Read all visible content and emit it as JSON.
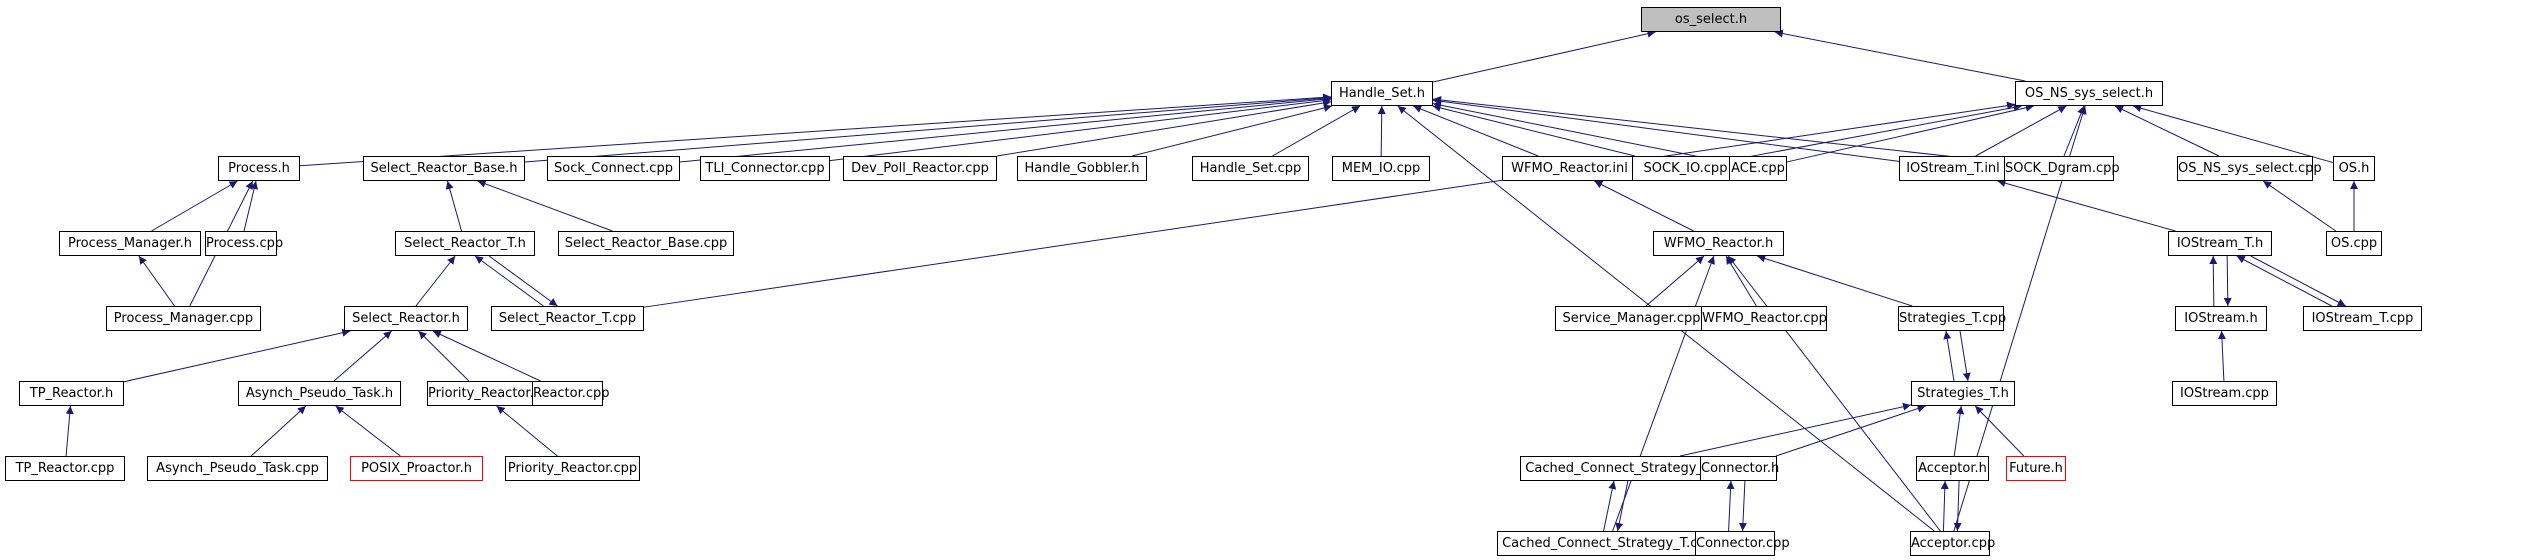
{
  "diagram": {
    "title": "os_select.h include dependency graph",
    "colors": {
      "edge": "#191970",
      "root_fill": "#bfbfbf",
      "node_border": "#000000",
      "missing_border": "#ff0000"
    },
    "nodes": [
      {
        "id": "os_select_h",
        "label": "os_select.h",
        "kind": "root"
      },
      {
        "id": "handle_set_h",
        "label": "Handle_Set.h"
      },
      {
        "id": "os_ns_sys_select_h",
        "label": "OS_NS_sys_select.h"
      },
      {
        "id": "process_h",
        "label": "Process.h"
      },
      {
        "id": "select_reactor_base_h",
        "label": "Select_Reactor_Base.h"
      },
      {
        "id": "sock_connect_cpp",
        "label": "Sock_Connect.cpp"
      },
      {
        "id": "tli_connector_cpp",
        "label": "TLI_Connector.cpp"
      },
      {
        "id": "dev_poll_reactor_cpp",
        "label": "Dev_Poll_Reactor.cpp"
      },
      {
        "id": "handle_gobbler_h",
        "label": "Handle_Gobbler.h"
      },
      {
        "id": "handle_set_cpp",
        "label": "Handle_Set.cpp"
      },
      {
        "id": "mem_io_cpp",
        "label": "MEM_IO.cpp"
      },
      {
        "id": "wfmo_reactor_inl",
        "label": "WFMO_Reactor.inl"
      },
      {
        "id": "sock_io_cpp",
        "label": "SOCK_IO.cpp"
      },
      {
        "id": "ace_cpp",
        "label": "ACE.cpp"
      },
      {
        "id": "iostream_t_inl",
        "label": "IOStream_T.inl"
      },
      {
        "id": "sock_dgram_cpp",
        "label": "SOCK_Dgram.cpp"
      },
      {
        "id": "os_ns_sys_select_cpp",
        "label": "OS_NS_sys_select.cpp"
      },
      {
        "id": "os_h",
        "label": "OS.h"
      },
      {
        "id": "process_manager_h",
        "label": "Process_Manager.h"
      },
      {
        "id": "process_cpp",
        "label": "Process.cpp"
      },
      {
        "id": "select_reactor_t_h",
        "label": "Select_Reactor_T.h"
      },
      {
        "id": "select_reactor_base_cpp",
        "label": "Select_Reactor_Base.cpp"
      },
      {
        "id": "wfmo_reactor_h",
        "label": "WFMO_Reactor.h"
      },
      {
        "id": "iostream_t_h",
        "label": "IOStream_T.h"
      },
      {
        "id": "os_cpp",
        "label": "OS.cpp"
      },
      {
        "id": "process_manager_cpp",
        "label": "Process_Manager.cpp"
      },
      {
        "id": "select_reactor_h",
        "label": "Select_Reactor.h"
      },
      {
        "id": "select_reactor_t_cpp",
        "label": "Select_Reactor_T.cpp"
      },
      {
        "id": "service_manager_cpp",
        "label": "Service_Manager.cpp"
      },
      {
        "id": "wfmo_reactor_cpp",
        "label": "WFMO_Reactor.cpp"
      },
      {
        "id": "strategies_t_cpp",
        "label": "Strategies_T.cpp"
      },
      {
        "id": "iostream_h",
        "label": "IOStream.h"
      },
      {
        "id": "iostream_t_cpp",
        "label": "IOStream_T.cpp"
      },
      {
        "id": "tp_reactor_h",
        "label": "TP_Reactor.h"
      },
      {
        "id": "asynch_pseudo_task_h",
        "label": "Asynch_Pseudo_Task.h"
      },
      {
        "id": "priority_reactor_h",
        "label": "Priority_Reactor.h"
      },
      {
        "id": "reactor_cpp",
        "label": "Reactor.cpp"
      },
      {
        "id": "strategies_t_h",
        "label": "Strategies_T.h"
      },
      {
        "id": "iostream_cpp",
        "label": "IOStream.cpp"
      },
      {
        "id": "tp_reactor_cpp",
        "label": "TP_Reactor.cpp"
      },
      {
        "id": "asynch_pseudo_task_cpp",
        "label": "Asynch_Pseudo_Task.cpp"
      },
      {
        "id": "posix_proactor_h",
        "label": "POSIX_Proactor.h",
        "kind": "missing"
      },
      {
        "id": "priority_reactor_cpp",
        "label": "Priority_Reactor.cpp"
      },
      {
        "id": "cached_connect_strategy_t_h",
        "label": "Cached_Connect_Strategy_T.h"
      },
      {
        "id": "connector_h",
        "label": "Connector.h"
      },
      {
        "id": "acceptor_h",
        "label": "Acceptor.h"
      },
      {
        "id": "future_h",
        "label": "Future.h",
        "kind": "missing"
      },
      {
        "id": "cached_connect_strategy_t_cpp",
        "label": "Cached_Connect_Strategy_T.cpp"
      },
      {
        "id": "connector_cpp",
        "label": "Connector.cpp"
      },
      {
        "id": "acceptor_cpp",
        "label": "Acceptor.cpp"
      }
    ],
    "edges": [
      [
        "handle_set_h",
        "os_select_h"
      ],
      [
        "os_ns_sys_select_h",
        "os_select_h"
      ],
      [
        "process_h",
        "handle_set_h"
      ],
      [
        "select_reactor_base_h",
        "handle_set_h"
      ],
      [
        "sock_connect_cpp",
        "handle_set_h"
      ],
      [
        "tli_connector_cpp",
        "handle_set_h"
      ],
      [
        "dev_poll_reactor_cpp",
        "handle_set_h"
      ],
      [
        "handle_gobbler_h",
        "handle_set_h"
      ],
      [
        "handle_set_cpp",
        "handle_set_h"
      ],
      [
        "mem_io_cpp",
        "handle_set_h"
      ],
      [
        "wfmo_reactor_inl",
        "handle_set_h"
      ],
      [
        "sock_io_cpp",
        "handle_set_h"
      ],
      [
        "ace_cpp",
        "handle_set_h"
      ],
      [
        "iostream_t_inl",
        "handle_set_h"
      ],
      [
        "sock_dgram_cpp",
        "handle_set_h"
      ],
      [
        "acceptor_cpp",
        "handle_set_h"
      ],
      [
        "sock_io_cpp",
        "os_ns_sys_select_h"
      ],
      [
        "ace_cpp",
        "os_ns_sys_select_h"
      ],
      [
        "iostream_t_inl",
        "os_ns_sys_select_h"
      ],
      [
        "sock_dgram_cpp",
        "os_ns_sys_select_h"
      ],
      [
        "os_ns_sys_select_cpp",
        "os_ns_sys_select_h"
      ],
      [
        "os_h",
        "os_ns_sys_select_h"
      ],
      [
        "select_reactor_t_cpp",
        "os_ns_sys_select_h"
      ],
      [
        "acceptor_cpp",
        "os_ns_sys_select_h"
      ],
      [
        "process_manager_h",
        "process_h"
      ],
      [
        "process_cpp",
        "process_h"
      ],
      [
        "process_manager_cpp",
        "process_h"
      ],
      [
        "process_manager_cpp",
        "process_manager_h"
      ],
      [
        "select_reactor_t_h",
        "select_reactor_base_h"
      ],
      [
        "select_reactor_base_cpp",
        "select_reactor_base_h"
      ],
      [
        "select_reactor_h",
        "select_reactor_t_h"
      ],
      [
        "select_reactor_t_cpp",
        "select_reactor_t_h"
      ],
      [
        "select_reactor_t_h",
        "select_reactor_t_cpp"
      ],
      [
        "tp_reactor_h",
        "select_reactor_h"
      ],
      [
        "asynch_pseudo_task_h",
        "select_reactor_h"
      ],
      [
        "priority_reactor_h",
        "select_reactor_h"
      ],
      [
        "reactor_cpp",
        "select_reactor_h"
      ],
      [
        "tp_reactor_cpp",
        "tp_reactor_h"
      ],
      [
        "asynch_pseudo_task_cpp",
        "asynch_pseudo_task_h"
      ],
      [
        "posix_proactor_h",
        "asynch_pseudo_task_h"
      ],
      [
        "priority_reactor_cpp",
        "priority_reactor_h"
      ],
      [
        "wfmo_reactor_h",
        "wfmo_reactor_inl"
      ],
      [
        "service_manager_cpp",
        "wfmo_reactor_h"
      ],
      [
        "wfmo_reactor_cpp",
        "wfmo_reactor_h"
      ],
      [
        "strategies_t_cpp",
        "wfmo_reactor_h"
      ],
      [
        "cached_connect_strategy_t_cpp",
        "wfmo_reactor_h"
      ],
      [
        "acceptor_cpp",
        "wfmo_reactor_h"
      ],
      [
        "strategies_t_h",
        "strategies_t_cpp"
      ],
      [
        "strategies_t_cpp",
        "strategies_t_h"
      ],
      [
        "cached_connect_strategy_t_h",
        "strategies_t_h"
      ],
      [
        "connector_h",
        "strategies_t_h"
      ],
      [
        "acceptor_h",
        "strategies_t_h"
      ],
      [
        "future_h",
        "strategies_t_h"
      ],
      [
        "cached_connect_strategy_t_cpp",
        "cached_connect_strategy_t_h"
      ],
      [
        "cached_connect_strategy_t_h",
        "cached_connect_strategy_t_cpp"
      ],
      [
        "connector_cpp",
        "connector_h"
      ],
      [
        "connector_h",
        "connector_cpp"
      ],
      [
        "acceptor_cpp",
        "acceptor_h"
      ],
      [
        "acceptor_h",
        "acceptor_cpp"
      ],
      [
        "iostream_t_h",
        "iostream_t_inl"
      ],
      [
        "iostream_h",
        "iostream_t_h"
      ],
      [
        "iostream_t_h",
        "iostream_h"
      ],
      [
        "iostream_t_cpp",
        "iostream_t_h"
      ],
      [
        "iostream_t_h",
        "iostream_t_cpp"
      ],
      [
        "iostream_cpp",
        "iostream_h"
      ],
      [
        "os_cpp",
        "os_ns_sys_select_cpp"
      ],
      [
        "os_cpp",
        "os_h"
      ]
    ]
  }
}
